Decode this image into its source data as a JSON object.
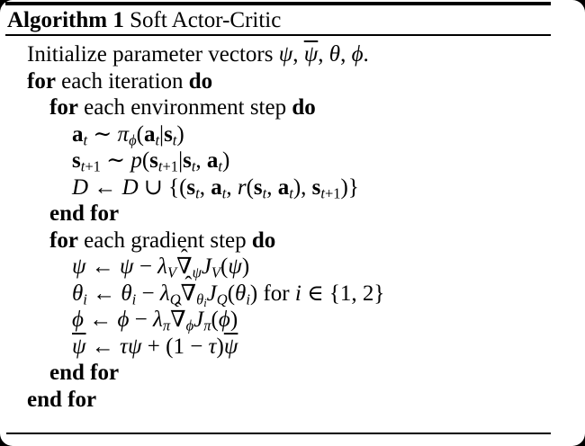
{
  "header": {
    "label": "Algorithm 1",
    "title": " Soft Actor-Critic"
  },
  "glyphs": {
    "hat": "ˆ"
  },
  "algorithm": {
    "lines": [
      {
        "indent": 1,
        "segments": [
          {
            "t": "Initialize parameter vectors ",
            "s": "rm"
          },
          {
            "t": "ψ",
            "s": "it"
          },
          {
            "t": ", ",
            "s": "rm"
          },
          {
            "t": "ψ",
            "s": "bar"
          },
          {
            "t": ", ",
            "s": "rm"
          },
          {
            "t": "θ",
            "s": "it"
          },
          {
            "t": ", ",
            "s": "rm"
          },
          {
            "t": "ϕ",
            "s": "it"
          },
          {
            "t": ".",
            "s": "rm"
          }
        ]
      },
      {
        "indent": 1,
        "segments": [
          {
            "t": "for",
            "s": "kw"
          },
          {
            "t": " each iteration ",
            "s": "rm"
          },
          {
            "t": "do",
            "s": "kw"
          }
        ]
      },
      {
        "indent": 2,
        "segments": [
          {
            "t": "for",
            "s": "kw"
          },
          {
            "t": " each environment step ",
            "s": "rm"
          },
          {
            "t": "do",
            "s": "kw"
          }
        ]
      },
      {
        "indent": 3,
        "segments": [
          {
            "t": "a",
            "s": "bf"
          },
          {
            "t": "t",
            "s": "sub"
          },
          {
            "t": " ∼ ",
            "s": "rm"
          },
          {
            "t": "π",
            "s": "it"
          },
          {
            "t": "ϕ",
            "s": "sub"
          },
          {
            "t": "(",
            "s": "rm"
          },
          {
            "t": "a",
            "s": "bf"
          },
          {
            "t": "t",
            "s": "sub"
          },
          {
            "t": "|",
            "s": "rm"
          },
          {
            "t": "s",
            "s": "bf"
          },
          {
            "t": "t",
            "s": "sub"
          },
          {
            "t": ")",
            "s": "rm"
          }
        ]
      },
      {
        "indent": 3,
        "segments": [
          {
            "t": "s",
            "s": "bf"
          },
          {
            "t": "t",
            "s": "sub"
          },
          {
            "t": "+1",
            "s": "subr"
          },
          {
            "t": " ∼ ",
            "s": "rm"
          },
          {
            "t": "p",
            "s": "it"
          },
          {
            "t": "(",
            "s": "rm"
          },
          {
            "t": "s",
            "s": "bf"
          },
          {
            "t": "t",
            "s": "sub"
          },
          {
            "t": "+1",
            "s": "subr"
          },
          {
            "t": "|",
            "s": "rm"
          },
          {
            "t": "s",
            "s": "bf"
          },
          {
            "t": "t",
            "s": "sub"
          },
          {
            "t": ", ",
            "s": "rm"
          },
          {
            "t": "a",
            "s": "bf"
          },
          {
            "t": "t",
            "s": "sub"
          },
          {
            "t": ")",
            "s": "rm"
          }
        ]
      },
      {
        "indent": 3,
        "segments": [
          {
            "t": "D",
            "s": "cal"
          },
          {
            "t": " ← ",
            "s": "rm"
          },
          {
            "t": "D",
            "s": "cal"
          },
          {
            "t": " ∪ {(",
            "s": "rm"
          },
          {
            "t": "s",
            "s": "bf"
          },
          {
            "t": "t",
            "s": "sub"
          },
          {
            "t": ", ",
            "s": "rm"
          },
          {
            "t": "a",
            "s": "bf"
          },
          {
            "t": "t",
            "s": "sub"
          },
          {
            "t": ", ",
            "s": "rm"
          },
          {
            "t": "r",
            "s": "it"
          },
          {
            "t": "(",
            "s": "rm"
          },
          {
            "t": "s",
            "s": "bf"
          },
          {
            "t": "t",
            "s": "sub"
          },
          {
            "t": ", ",
            "s": "rm"
          },
          {
            "t": "a",
            "s": "bf"
          },
          {
            "t": "t",
            "s": "sub"
          },
          {
            "t": "), ",
            "s": "rm"
          },
          {
            "t": "s",
            "s": "bf"
          },
          {
            "t": "t",
            "s": "sub"
          },
          {
            "t": "+1",
            "s": "subr"
          },
          {
            "t": ")}",
            "s": "rm"
          }
        ]
      },
      {
        "indent": 2,
        "segments": [
          {
            "t": "end for",
            "s": "kw"
          }
        ]
      },
      {
        "indent": 2,
        "segments": [
          {
            "t": "for",
            "s": "kw"
          },
          {
            "t": " each gradient step ",
            "s": "rm"
          },
          {
            "t": "do",
            "s": "kw"
          }
        ]
      },
      {
        "indent": 3,
        "segments": [
          {
            "t": "ψ",
            "s": "it"
          },
          {
            "t": " ← ",
            "s": "rm"
          },
          {
            "t": "ψ",
            "s": "it"
          },
          {
            "t": " − ",
            "s": "rm"
          },
          {
            "t": "λ",
            "s": "it"
          },
          {
            "t": "V",
            "s": "sub"
          },
          {
            "t": "∇",
            "s": "hat"
          },
          {
            "t": "ψ",
            "s": "sub"
          },
          {
            "t": "J",
            "s": "it"
          },
          {
            "t": "V",
            "s": "sub"
          },
          {
            "t": "(",
            "s": "rm"
          },
          {
            "t": "ψ",
            "s": "it"
          },
          {
            "t": ")",
            "s": "rm"
          }
        ]
      },
      {
        "indent": 3,
        "segments": [
          {
            "t": "θ",
            "s": "it"
          },
          {
            "t": "i",
            "s": "sub"
          },
          {
            "t": " ← ",
            "s": "rm"
          },
          {
            "t": "θ",
            "s": "it"
          },
          {
            "t": "i",
            "s": "sub"
          },
          {
            "t": " − ",
            "s": "rm"
          },
          {
            "t": "λ",
            "s": "it"
          },
          {
            "t": "Q",
            "s": "sub"
          },
          {
            "t": "∇",
            "s": "hat"
          },
          {
            "t": "θ",
            "s": "sub"
          },
          {
            "t": "i",
            "s": "subsub"
          },
          {
            "t": "J",
            "s": "it"
          },
          {
            "t": "Q",
            "s": "sub"
          },
          {
            "t": "(",
            "s": "rm"
          },
          {
            "t": "θ",
            "s": "it"
          },
          {
            "t": "i",
            "s": "sub"
          },
          {
            "t": ") for ",
            "s": "rm"
          },
          {
            "t": "i",
            "s": "it"
          },
          {
            "t": " ∈ {1, 2}",
            "s": "rm"
          }
        ]
      },
      {
        "indent": 3,
        "segments": [
          {
            "t": "ϕ",
            "s": "it"
          },
          {
            "t": " ← ",
            "s": "rm"
          },
          {
            "t": "ϕ",
            "s": "it"
          },
          {
            "t": " − ",
            "s": "rm"
          },
          {
            "t": "λ",
            "s": "it"
          },
          {
            "t": "π",
            "s": "sub"
          },
          {
            "t": "∇",
            "s": "hat"
          },
          {
            "t": "ϕ",
            "s": "sub"
          },
          {
            "t": "J",
            "s": "it"
          },
          {
            "t": "π",
            "s": "sub"
          },
          {
            "t": "(",
            "s": "rm"
          },
          {
            "t": "ϕ",
            "s": "it"
          },
          {
            "t": ")",
            "s": "rm"
          }
        ]
      },
      {
        "indent": 3,
        "segments": [
          {
            "t": "ψ",
            "s": "bar"
          },
          {
            "t": " ← ",
            "s": "rm"
          },
          {
            "t": "τ",
            "s": "it"
          },
          {
            "t": "ψ",
            "s": "it"
          },
          {
            "t": " + (1 − ",
            "s": "rm"
          },
          {
            "t": "τ",
            "s": "it"
          },
          {
            "t": ")",
            "s": "rm"
          },
          {
            "t": "ψ",
            "s": "bar"
          }
        ]
      },
      {
        "indent": 2,
        "segments": [
          {
            "t": "end for",
            "s": "kw"
          }
        ]
      },
      {
        "indent": 1,
        "segments": [
          {
            "t": "end for",
            "s": "kw"
          }
        ]
      }
    ]
  }
}
